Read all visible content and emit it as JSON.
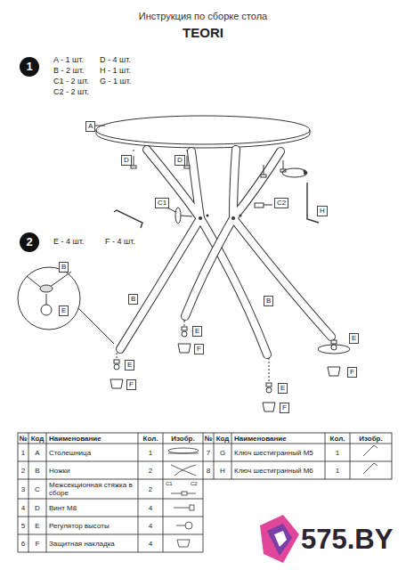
{
  "diagram": {
    "title": "Инструкция по сборке стола",
    "labels": [
      "TEORI",
      "1",
      "A - 1 шт.",
      "B - 2 шт.",
      "C1 - 2 шт.",
      "C2 - 2 шт.",
      "D - 4 шт.",
      "H - 1 шт.",
      "G - 1 шт.",
      "A",
      "D",
      "D",
      "C1",
      "C2",
      "H",
      "2",
      "E - 4 шт.",
      "F - 4 шт.",
      "B",
      "E",
      "B",
      "B",
      "E",
      "F",
      "E",
      "F",
      "E",
      "F",
      "E",
      "F",
      "№",
      "Код",
      "Наименование",
      "Кол.",
      "Изобр.",
      "№",
      "Код",
      "Наименование",
      "Кол.",
      "Изобр.",
      "1",
      "A",
      "Столешница",
      "1",
      "7",
      "G",
      "Ключ шестигранный М5",
      "1",
      "2",
      "B",
      "Ножки",
      "2",
      "8",
      "H",
      "Ключ шестигранный М6",
      "1",
      "3",
      "C",
      "Межсекционная стяжка в сборе",
      "2",
      "C1",
      "C2",
      "4",
      "D",
      "Винт М8",
      "4",
      "5",
      "E",
      "Регулятор высоты",
      "4",
      "6",
      "F",
      "Защитная накладка",
      "4",
      "575.BY"
    ]
  }
}
